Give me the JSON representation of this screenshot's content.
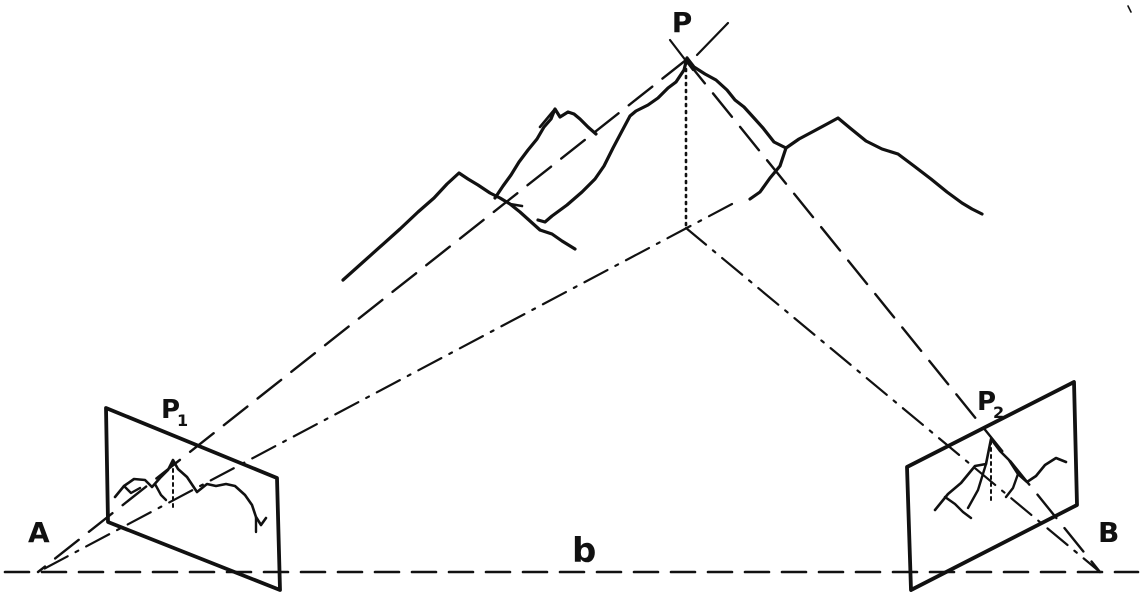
{
  "labels": {
    "summit": "P",
    "photo_left": "P",
    "photo_left_sub": "1",
    "photo_right": "P",
    "photo_right_sub": "2",
    "station_left": "A",
    "station_right": "B",
    "baseline": "b"
  },
  "colors": {
    "ink": "#111111",
    "paper": "#ffffff"
  }
}
